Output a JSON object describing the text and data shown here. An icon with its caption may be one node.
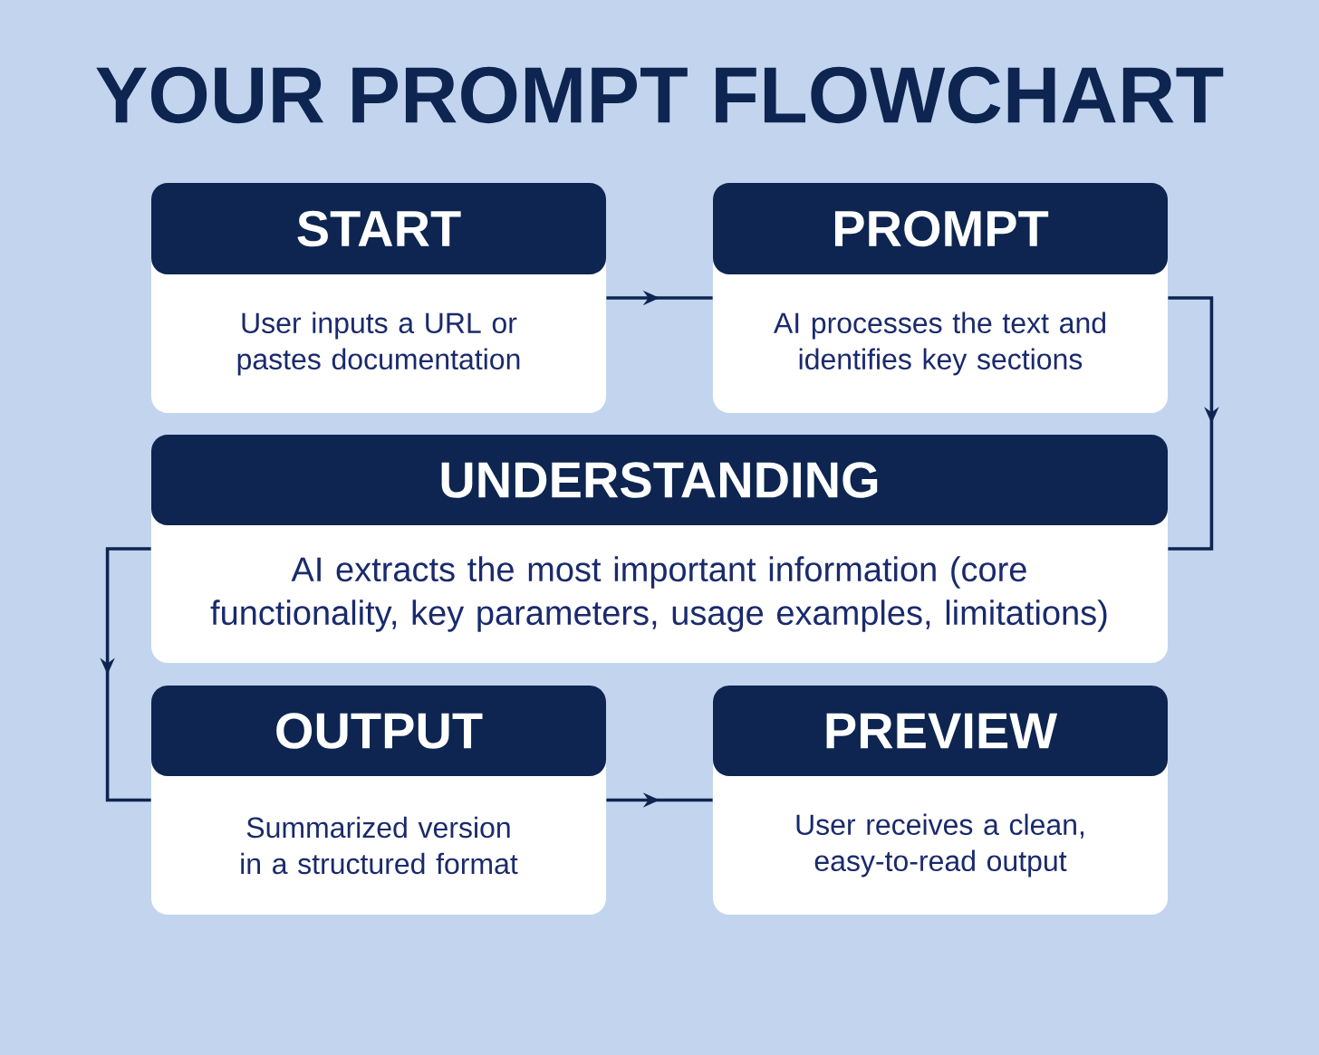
{
  "diagram": {
    "title": "YOUR PROMPT FLOWCHART",
    "nodes": [
      {
        "text": [
          "START",
          "User inputs a URL or pastes documentation"
        ]
      },
      {
        "text": [
          "PROMPT",
          "AI processes the text and identifies key sections"
        ]
      },
      {
        "text": [
          "UNDERSTANDING",
          "AI extracts the most important information (core functionality, key parameters, usage examples, limitations)"
        ]
      },
      {
        "text": [
          "OUTPUT",
          "Summarized version in a structured format"
        ]
      },
      {
        "text": [
          "PREVIEW",
          "User receives a clean, easy-to-read output"
        ]
      }
    ],
    "edges": [
      {
        "from": 0,
        "to": 1,
        "arrow": "to"
      },
      {
        "from": 1,
        "to": 2,
        "arrow": "to"
      },
      {
        "from": 2,
        "to": 3,
        "arrow": "to"
      },
      {
        "from": 3,
        "to": 4,
        "arrow": "to"
      }
    ]
  }
}
